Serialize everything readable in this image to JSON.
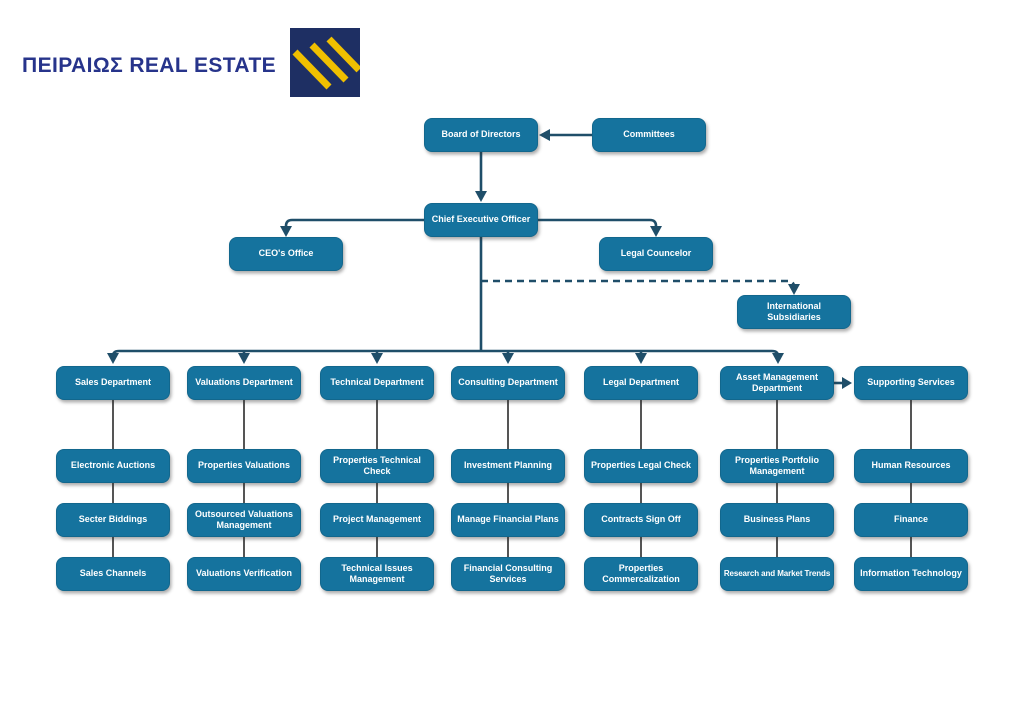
{
  "brand": {
    "name": "ΠΕΙΡΑΙΩΣ REAL ESTATE",
    "logo_icon": "piraeus-diagonal-stripes",
    "logo_blue": "#1E2F63",
    "logo_yellow": "#F0C000",
    "text_blue": "#27348B"
  },
  "colors": {
    "node_fill": "#15739E",
    "node_text": "#FFFFFF",
    "connector": "#1F4E69",
    "column_line": "#2B2B2B",
    "background": "#FFFFFF"
  },
  "org": {
    "board": "Board of Directors",
    "committees": "Committees",
    "ceo": "Chief Executive Officer",
    "ceo_office": "CEO's Office",
    "legal_councelor": "Legal Councelor",
    "international_subsidiaries": "International Subsidiaries",
    "departments": [
      {
        "label": "Sales Department",
        "children": [
          "Electronic Auctions",
          "Secter Biddings",
          "Sales Channels"
        ]
      },
      {
        "label": "Valuations Department",
        "children": [
          "Properties Valuations",
          "Outsourced Valuations Management",
          "Valuations Verification"
        ]
      },
      {
        "label": "Technical Department",
        "children": [
          "Properties Technical Check",
          "Project Management",
          "Technical Issues Management"
        ]
      },
      {
        "label": "Consulting Department",
        "children": [
          "Investment Planning",
          "Manage Financial Plans",
          "Financial Consulting Services"
        ]
      },
      {
        "label": "Legal Department",
        "children": [
          "Properties Legal Check",
          "Contracts Sign Off",
          "Properties Commercalization"
        ]
      },
      {
        "label": "Asset Management Department",
        "children": [
          "Properties Portfolio Management",
          "Business Plans",
          "Research and Market Trends"
        ]
      },
      {
        "label": "Supporting Services",
        "children": [
          "Human Resources",
          "Finance",
          "Information Technology"
        ]
      }
    ]
  }
}
